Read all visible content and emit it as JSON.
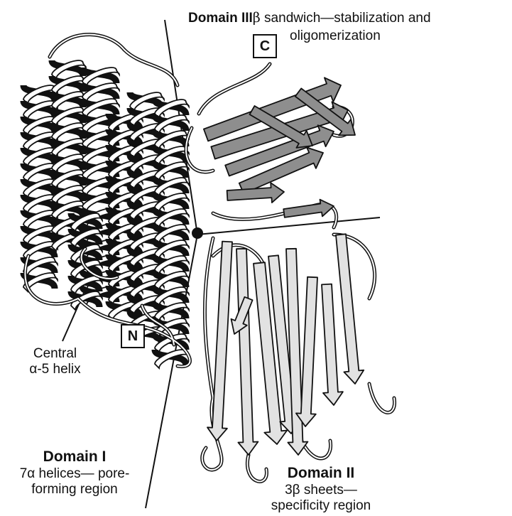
{
  "labels": {
    "domain3_title": "Domain III",
    "domain3_beta": "β",
    "domain3_line1": " sandwich—stabilization and",
    "domain3_line2": "oligomerization",
    "c_terminus": "C",
    "n_terminus": "N",
    "central_line1": "Central",
    "central_line2": "α-5 helix",
    "domain1_title": "Domain I",
    "domain1_line1": "7α helices— pore-",
    "domain1_line2": "forming region",
    "domain2_title": "Domain II",
    "domain2_line1": "3β sheets—",
    "domain2_line2": "specificity region"
  },
  "colors": {
    "ink": "#111111",
    "helix_fill": "#ffffff",
    "helix_dark": "#111111",
    "sheet_light": "#e2e2e2",
    "sheet_dark": "#8e8e8e"
  }
}
